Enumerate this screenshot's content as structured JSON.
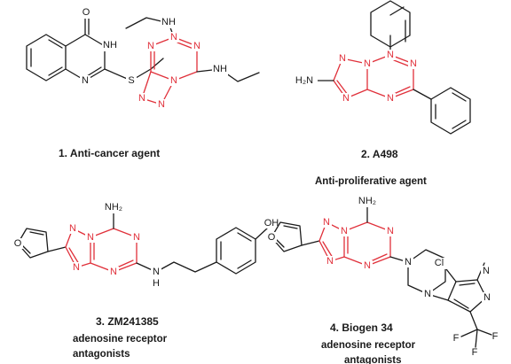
{
  "compounds": [
    {
      "caption": "1. Anti-cancer agent",
      "description": ""
    },
    {
      "caption": "2. A498",
      "description": "Anti-proliferative agent"
    },
    {
      "caption": "3. ZM241385",
      "description": "adenosine receptor antagonists"
    },
    {
      "caption": "4. Biogen 34",
      "description": "adenosine receptor antagonists"
    }
  ],
  "atoms": {
    "o": "O",
    "nh": "NH",
    "n": "N",
    "s": "S",
    "h2n": "H₂N",
    "nh2": "NH₂",
    "h": "H",
    "oh": "OH",
    "cl": "Cl",
    "f": "F"
  },
  "colors": {
    "scaffold": "#e0303a",
    "text": "#1a1a1a"
  }
}
